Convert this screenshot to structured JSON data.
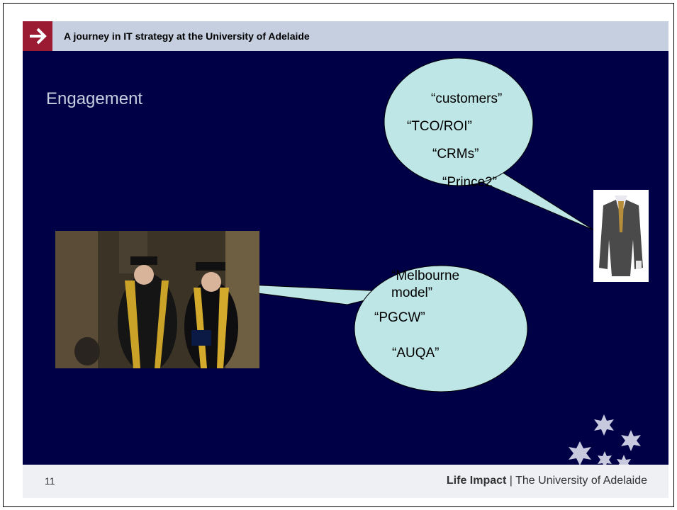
{
  "header": {
    "title": "A journey in IT strategy at the University of Adelaide"
  },
  "slide": {
    "title": "Engagement"
  },
  "bubble_top": {
    "lines": [
      "“customers”",
      "“TCO/ROI”",
      "“CRMs”",
      "“Prince2”"
    ]
  },
  "bubble_bottom": {
    "lines": [
      "“Melbourne",
      "model”",
      "“PGCW”",
      "“AUQA”"
    ]
  },
  "footer": {
    "page_number": "11",
    "brand_bold": "Life Impact",
    "brand_separator": " | ",
    "brand_rest": "The University of Adelaide"
  },
  "colors": {
    "background": "#000046",
    "header": "#c5cfe0",
    "accent": "#9b1b33",
    "bubble": "#bfe6e6"
  }
}
